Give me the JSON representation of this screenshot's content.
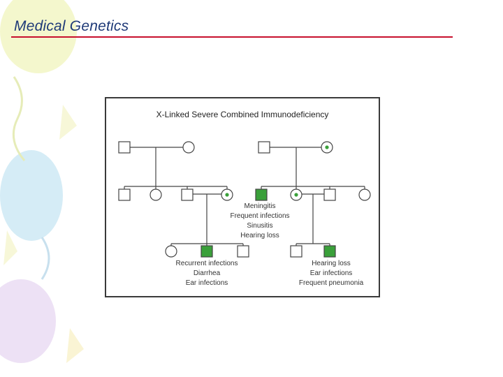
{
  "slide": {
    "title": "Medical Genetics"
  },
  "pedigree": {
    "title": "X-Linked Severe Combined Immunodeficiency",
    "affected_color": "#3aa03a",
    "carrier_dot_color": "#3aa03a",
    "affected_uncle_symptoms": [
      "Meningitis",
      "Frequent infections",
      "Sinusitis",
      "Hearing loss"
    ],
    "left_grandson_symptoms": [
      "Recurrent infections",
      "Diarrhea",
      "Ear infections"
    ],
    "right_grandson_symptoms": [
      "Hearing loss",
      "Ear infections",
      "Frequent pneumonia"
    ]
  }
}
